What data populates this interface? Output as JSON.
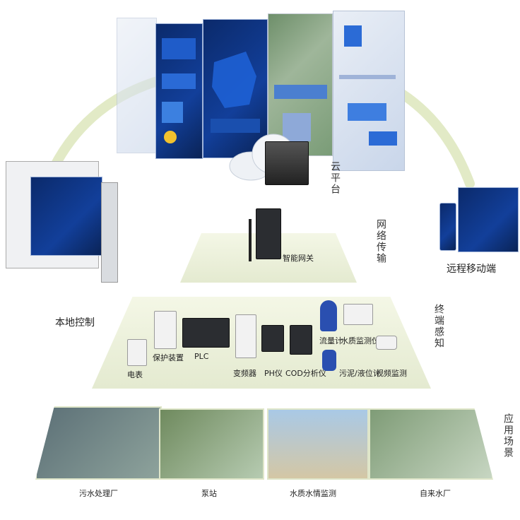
{
  "layers": {
    "cloud": "云平台",
    "network": "网络传输",
    "terminal": "终端感知",
    "application": "应用场景"
  },
  "endpoints": {
    "local": "本地控制",
    "remote": "远程移动端"
  },
  "gateway": {
    "label": "智能网关"
  },
  "devices": [
    {
      "label": "电表"
    },
    {
      "label": "保护装置"
    },
    {
      "label": "PLC"
    },
    {
      "label": "变频器"
    },
    {
      "label": "PH仪"
    },
    {
      "label": "COD分析仪"
    },
    {
      "label": "流量计"
    },
    {
      "label": "水质监测仪"
    },
    {
      "label": "污泥/液位计"
    },
    {
      "label": "视频监测"
    }
  ],
  "scenes": [
    {
      "label": "污水处理厂"
    },
    {
      "label": "泵站"
    },
    {
      "label": "水质水情监测"
    },
    {
      "label": "自来水厂"
    }
  ],
  "colors": {
    "platform": "#eef2dc",
    "screen": "#123f9a",
    "arc": "#dfe8bf"
  }
}
